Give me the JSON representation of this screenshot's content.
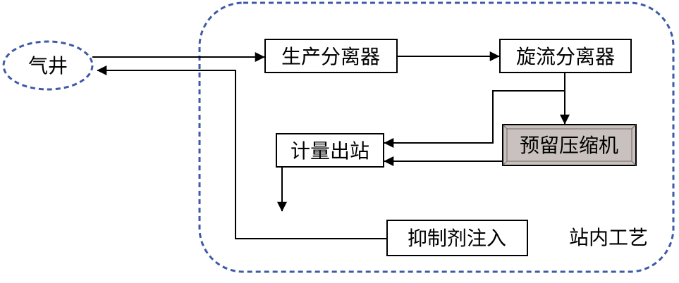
{
  "nodes": {
    "well": "气井",
    "production_separator": "生产分离器",
    "cyclone_separator": "旋流分离器",
    "reserved_compressor": "预留压缩机",
    "metering_outlet": "计量出站",
    "inhibitor_injection": "抑制剂注入"
  },
  "region_label": "站内工艺",
  "colors": {
    "dashed_outline": "#3e5aa6",
    "compressor_fill": "#c9c1bd",
    "line": "#000000"
  }
}
